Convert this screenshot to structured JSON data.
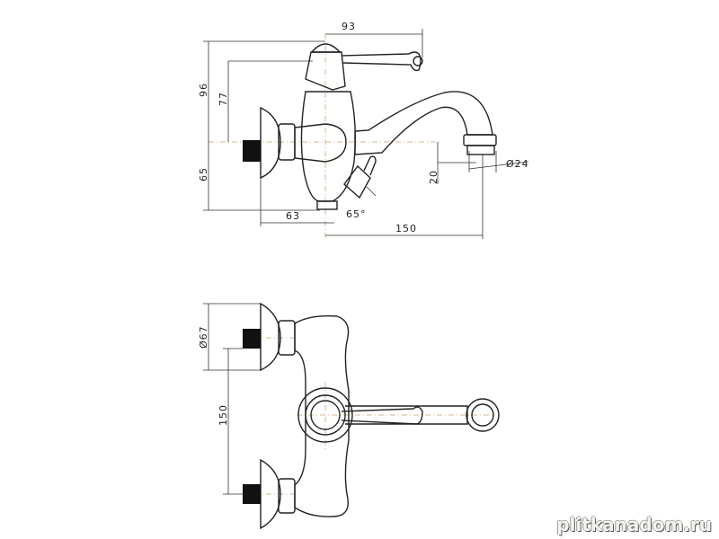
{
  "side_view": {
    "dim_top_width": "93",
    "dim_total_height": "96",
    "dim_lever_height": "77",
    "dim_lower_height": "65",
    "dim_spout_drop": "20",
    "dim_aerator_diameter": "Ø24",
    "dim_wall_offset": "63",
    "dim_spout_reach": "150",
    "dim_angle": "65°"
  },
  "top_view": {
    "dim_flange_diameter": "Ø67",
    "dim_inlet_spacing": "150"
  },
  "watermark": "plitkanadom.ru"
}
